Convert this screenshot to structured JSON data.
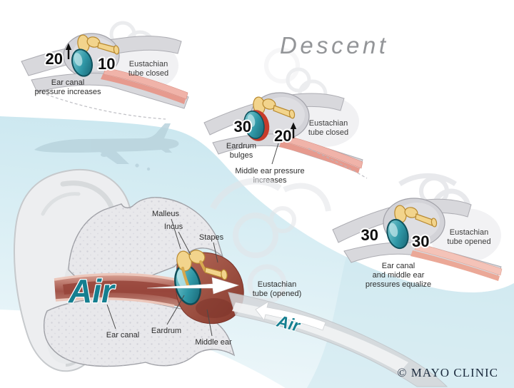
{
  "title": "Descent",
  "copyright": "© MAYO CLINIC",
  "colors": {
    "background_band": "#cde8f0",
    "airplane_silhouette": "#b9d3dd",
    "eardrum_teal": "#2f97a6",
    "ossicle_yellow": "#f2d48c",
    "middle_ear_red": "#9b4a3f",
    "eustachian_pink": "#f0b3a9",
    "bulge_red": "#c63b2b",
    "air_text": "#157f90",
    "title_gray": "#939598"
  },
  "stages": {
    "stage1": {
      "ear_canal_pressure": "20",
      "middle_ear_pressure": "10",
      "tube_status": [
        "Eustachian",
        "tube closed"
      ],
      "caption": [
        "Ear canal",
        "pressure increases"
      ]
    },
    "stage2": {
      "ear_canal_pressure": "30",
      "middle_ear_pressure": "20",
      "tube_status": [
        "Eustachian",
        "tube closed"
      ],
      "eardrum_caption": [
        "Eardrum",
        "bulges"
      ],
      "pressure_caption": [
        "Middle ear pressure",
        "increases"
      ]
    },
    "stage3": {
      "ear_canal_pressure": "30",
      "middle_ear_pressure": "30",
      "tube_status": [
        "Eustachian",
        "tube opened"
      ],
      "caption": [
        "Ear canal",
        "and middle ear",
        "pressures equalize"
      ]
    }
  },
  "main_ear": {
    "air_in_label": "Air",
    "air_out_label": "Air",
    "labels": {
      "malleus": "Malleus",
      "incus": "Incus",
      "stapes": "Stapes",
      "ear_canal": "Ear canal",
      "eardrum": "Eardrum",
      "middle_ear": "Middle ear"
    },
    "tube_label": [
      "Eustachian",
      "tube (opened)"
    ]
  }
}
